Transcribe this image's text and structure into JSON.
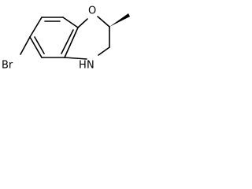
{
  "molecule": {
    "atoms": {
      "oxygen": "O",
      "nitrogen_h": "H",
      "nitrogen": "N",
      "bromine": "Br"
    },
    "colors": {
      "bond": "#000000",
      "label": "#000000",
      "background": "#ffffff"
    }
  }
}
